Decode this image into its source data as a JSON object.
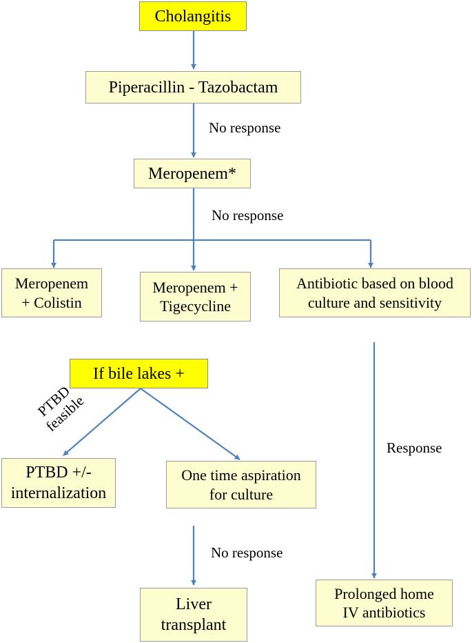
{
  "diagram": {
    "nodes": {
      "cholangitis": "Cholangitis",
      "pip_tazo": "Piperacillin - Tazobactam",
      "meropenem": "Meropenem*",
      "mero_colistin": [
        "Meropenem",
        "+ Colistin"
      ],
      "mero_tige": [
        "Meropenem +",
        "Tigecycline"
      ],
      "antibiotic_blood": [
        "Antibiotic based on blood",
        "culture and sensitivity"
      ],
      "bile_lakes": "If bile lakes +",
      "ptbd": [
        "PTBD +/-",
        "internalization"
      ],
      "aspiration": [
        "One time aspiration",
        "for culture"
      ],
      "liver": [
        "Liver",
        "transplant"
      ],
      "home_iv": [
        "Prolonged home",
        "IV antibiotics"
      ]
    },
    "edge_labels": {
      "no_response_1": "No response",
      "no_response_2": "No response",
      "no_response_3": "No response",
      "response": "Response",
      "ptbd_feasible": [
        "PTBD",
        "feasible"
      ]
    },
    "colors": {
      "arrow": "#4f81bd",
      "box_fill": "#fdfdcf",
      "highlight_fill": "#ffff00"
    }
  }
}
